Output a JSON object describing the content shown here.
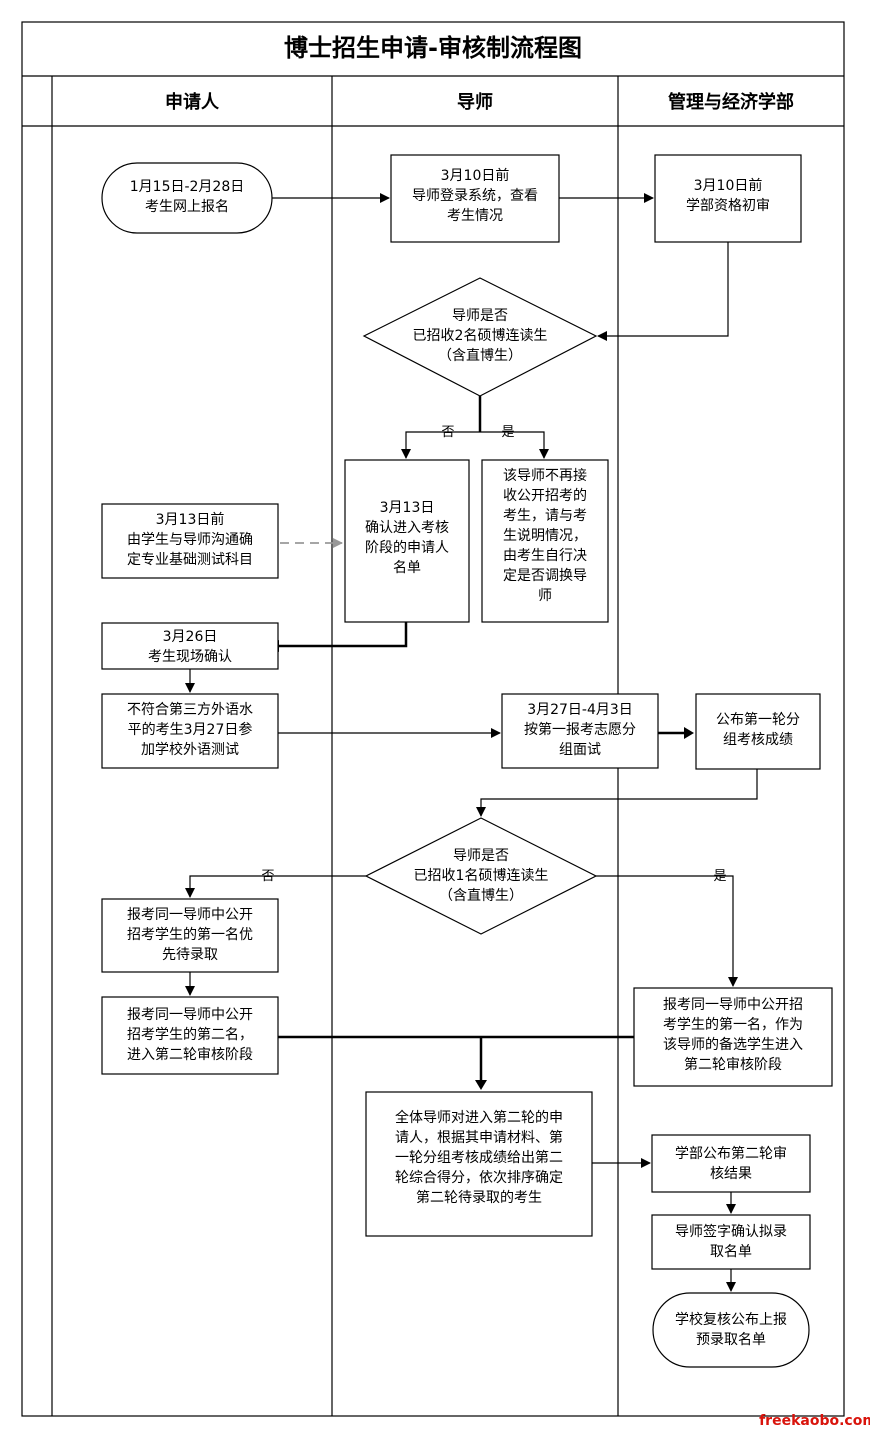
{
  "title": "博士招生申请-审核制流程图",
  "lanes": [
    "申请人",
    "导师",
    "管理与经济学部"
  ],
  "nodes": {
    "register": [
      "1月15日-2月28日",
      "考生网上报名"
    ],
    "advisor_login": [
      "3月10日前",
      "导师登录系统，查看",
      "考生情况"
    ],
    "dept_check": [
      "3月10日前",
      "学部资格初审"
    ],
    "decision1": [
      "导师是否",
      "已招收2名硕博连读生",
      "（含直博生）"
    ],
    "confirm_list": [
      "3月13日",
      "确认进入考核",
      "阶段的申请人",
      "名单"
    ],
    "no_more": [
      "该导师不再接",
      "收公开招考的",
      "考生，请与考",
      "生说明情况，",
      "由考生自行决",
      "定是否调换导",
      "师"
    ],
    "choose_subject": [
      "3月13日前",
      "由学生与导师沟通确",
      "定专业基础测试科目"
    ],
    "onsite_confirm": [
      "3月26日",
      "考生现场确认"
    ],
    "language_test": [
      "不符合第三方外语水",
      "平的考生3月27日参",
      "加学校外语测试"
    ],
    "group_interview": [
      "3月27日-4月3日",
      "按第一报考志愿分",
      "组面试"
    ],
    "publish_round1": [
      "公布第一轮分",
      "组考核成绩"
    ],
    "decision2": [
      "导师是否",
      "已招收1名硕博连读生",
      "（含直博生）"
    ],
    "first_priority": [
      "报考同一导师中公开",
      "招考学生的第一名优",
      "先待录取"
    ],
    "second_round": [
      "报考同一导师中公开",
      "招考学生的第二名，",
      "进入第二轮审核阶段"
    ],
    "backup_first": [
      "报考同一导师中公开招",
      "考学生的第一名，作为",
      "该导师的备选学生进入",
      "第二轮审核阶段"
    ],
    "all_advisors": [
      "全体导师对进入第二轮的申",
      "请人，根据其申请材料、第",
      "一轮分组考核成绩给出第二",
      "轮综合得分，依次排序确定",
      "第二轮待录取的考生"
    ],
    "publish_round2": [
      "学部公布第二轮审",
      "核结果"
    ],
    "advisor_sign": [
      "导师签字确认拟录",
      "取名单"
    ],
    "school_review": [
      "学校复核公布上报",
      "预录取名单"
    ]
  },
  "labels": {
    "no1": "否",
    "yes1": "是",
    "no2": "否",
    "yes2": "是"
  },
  "watermark": "freekaobo.com"
}
